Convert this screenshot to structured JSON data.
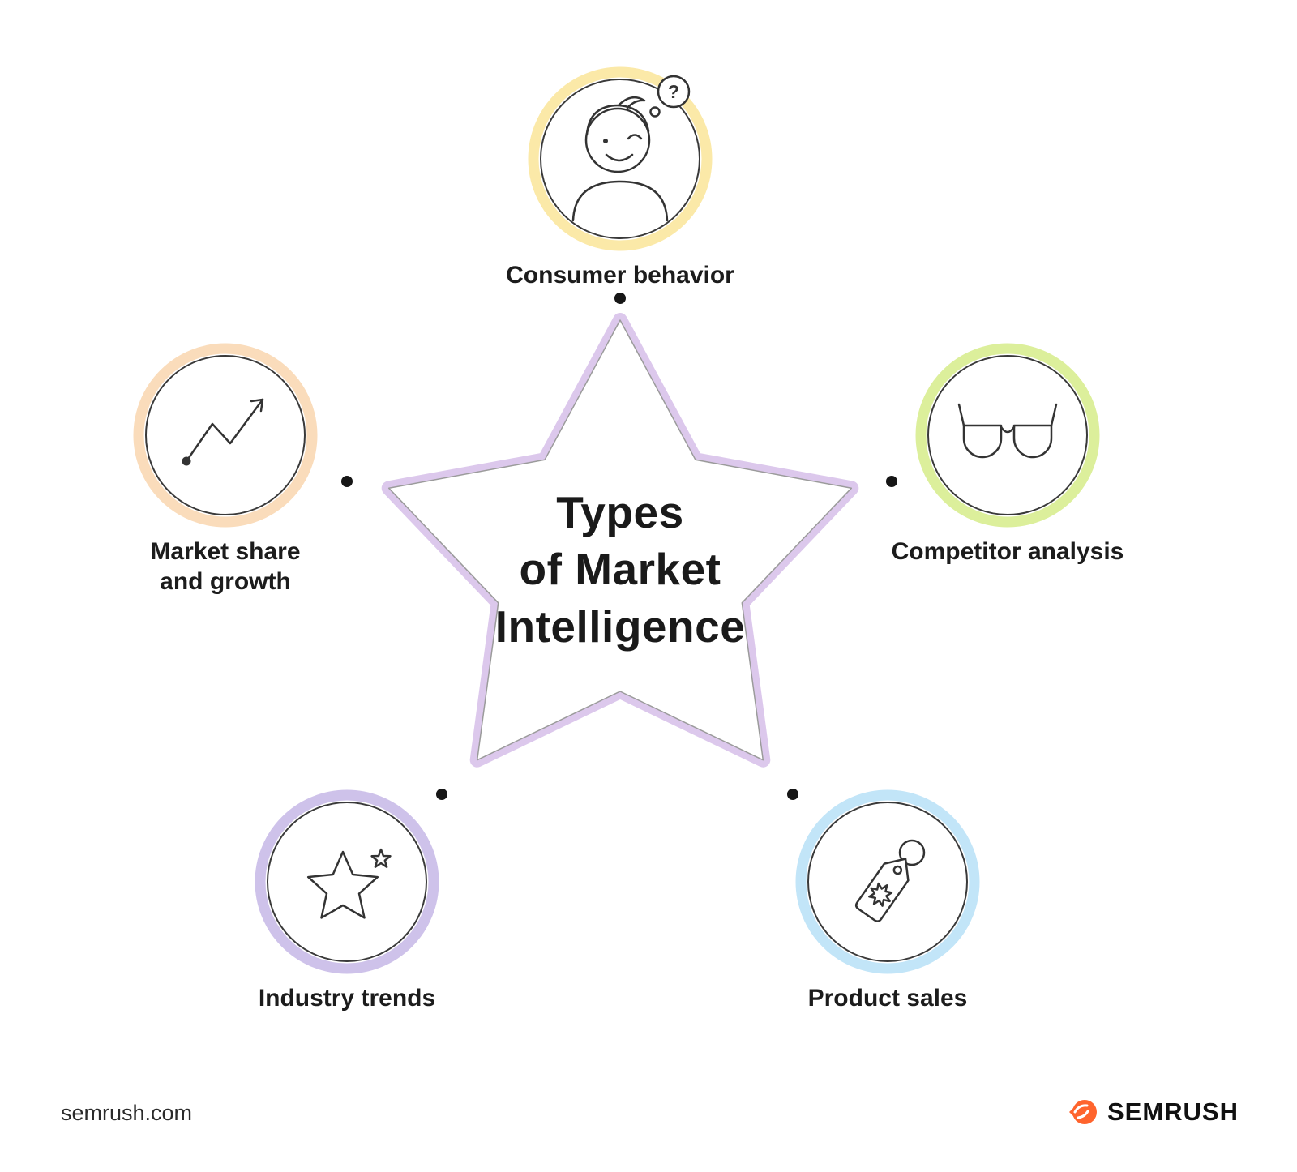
{
  "title": {
    "lines": [
      "Types",
      "of Market",
      "Intelligence"
    ]
  },
  "star": {
    "border_color": "#DCC8EC",
    "fill": "#FFFFFF",
    "edge_color": "#9B9B9B"
  },
  "nodes": {
    "consumer_behavior": {
      "label": "Consumer behavior",
      "ring_color": "#FBE9A8",
      "icon": "person-winking-with-question-bubble-icon",
      "question_mark": "?"
    },
    "competitor_analysis": {
      "label": "Competitor analysis",
      "ring_color": "#DCEF9B",
      "icon": "eyeglasses-icon"
    },
    "product_sales": {
      "label": "Product sales",
      "ring_color": "#C2E5F8",
      "icon": "price-tag-icon"
    },
    "industry_trends": {
      "label": "Industry trends",
      "ring_color": "#CEC2EA",
      "icon": "star-icon"
    },
    "market_share_growth": {
      "label": "Market share and growth",
      "ring_color": "#FADCBB",
      "icon": "growth-chart-icon"
    }
  },
  "footer": {
    "website": "semrush.com",
    "brand": "SEMRUSH",
    "brand_color": "#FF642D"
  }
}
